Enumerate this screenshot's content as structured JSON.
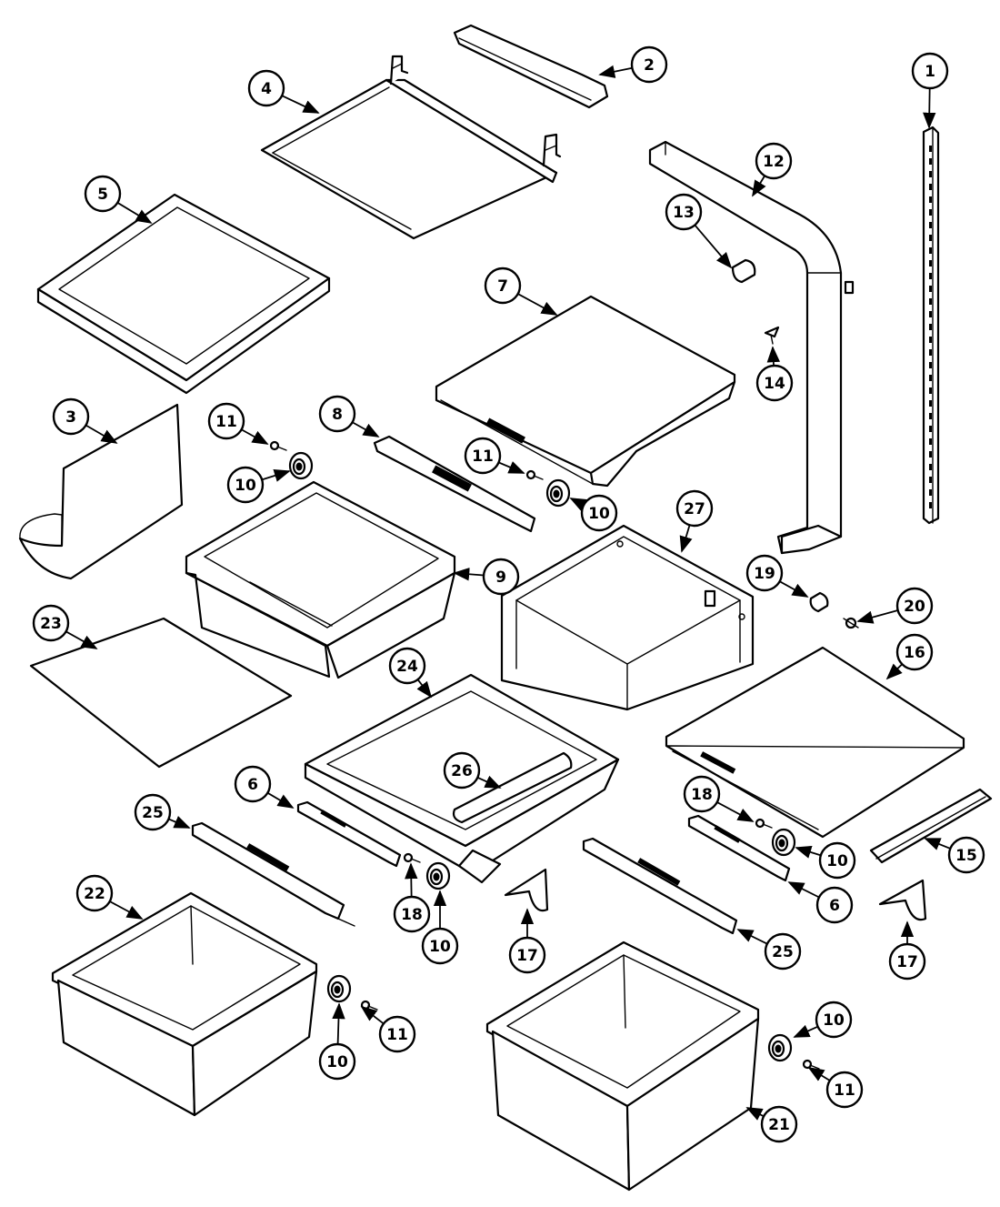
{
  "callouts": {
    "c1": "1",
    "c2": "2",
    "c3": "3",
    "c4": "4",
    "c5": "5",
    "c6a": "6",
    "c6b": "6",
    "c7": "7",
    "c8": "8",
    "c9": "9",
    "c10a": "10",
    "c10b": "10",
    "c10c": "10",
    "c10d": "10",
    "c10e": "10",
    "c10f": "10",
    "c11a": "11",
    "c11b": "11",
    "c11c": "11",
    "c11d": "11",
    "c12": "12",
    "c13": "13",
    "c14": "14",
    "c15": "15",
    "c16": "16",
    "c17a": "17",
    "c17b": "17",
    "c18a": "18",
    "c18b": "18",
    "c19": "19",
    "c20": "20",
    "c21": "21",
    "c22": "22",
    "c23": "23",
    "c24": "24",
    "c25a": "25",
    "c25b": "25",
    "c26": "26",
    "c27": "27"
  },
  "colors": {
    "line": "#000000",
    "background": "#ffffff"
  }
}
